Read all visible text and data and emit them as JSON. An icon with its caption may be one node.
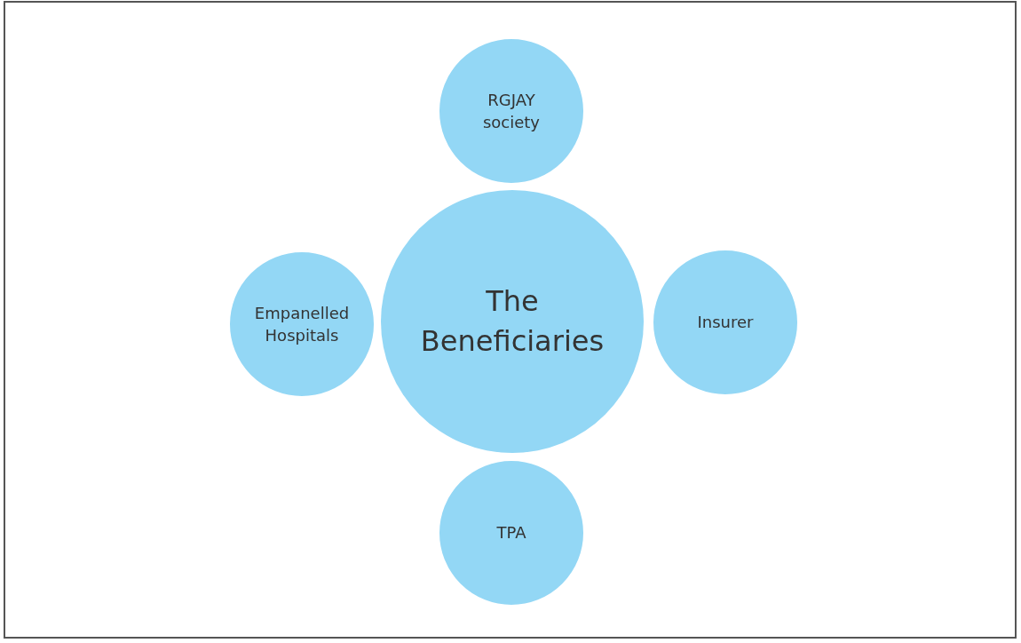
{
  "diagram": {
    "nodes": [
      {
        "text": [
          "The Beneficiaries"
        ]
      },
      {
        "text": [
          "RGJAY society"
        ]
      },
      {
        "text": [
          "Empanelled Hospitals"
        ]
      },
      {
        "text": [
          "Insurer"
        ]
      },
      {
        "text": [
          "TPA"
        ]
      }
    ]
  }
}
